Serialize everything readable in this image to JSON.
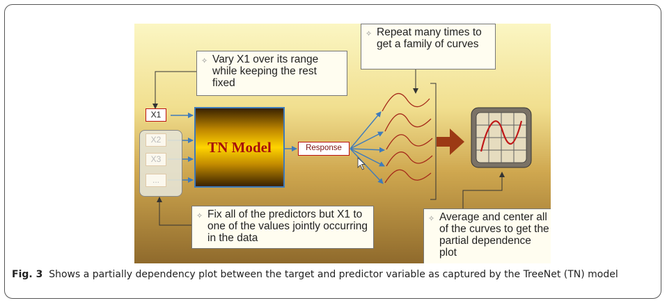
{
  "figure": {
    "notes": {
      "vary": "Vary X1 over its range while keeping the rest fixed",
      "repeat": "Repeat many times to get a family of curves",
      "fix": "Fix all of the predictors but X1 to one of the values jointly occurring in the data",
      "average": "Average and center all of the curves to get the partial dependence plot"
    },
    "bullet_symbol": "✧",
    "inputs": {
      "x1": "X1",
      "x2": "X2",
      "x3": "X3",
      "more": "..."
    },
    "model_label": "TN Model",
    "response_label": "Response"
  },
  "caption": {
    "label": "Fig. 3",
    "text": "Shows a partially dependency plot between the target and predictor variable as captured by the TreeNet (TN) model"
  },
  "colors": {
    "arrow_blue": "#3e7bbb",
    "curve_red": "#a52a1a",
    "model_text": "#a60c0c",
    "big_arrow": "#9c3a14"
  }
}
